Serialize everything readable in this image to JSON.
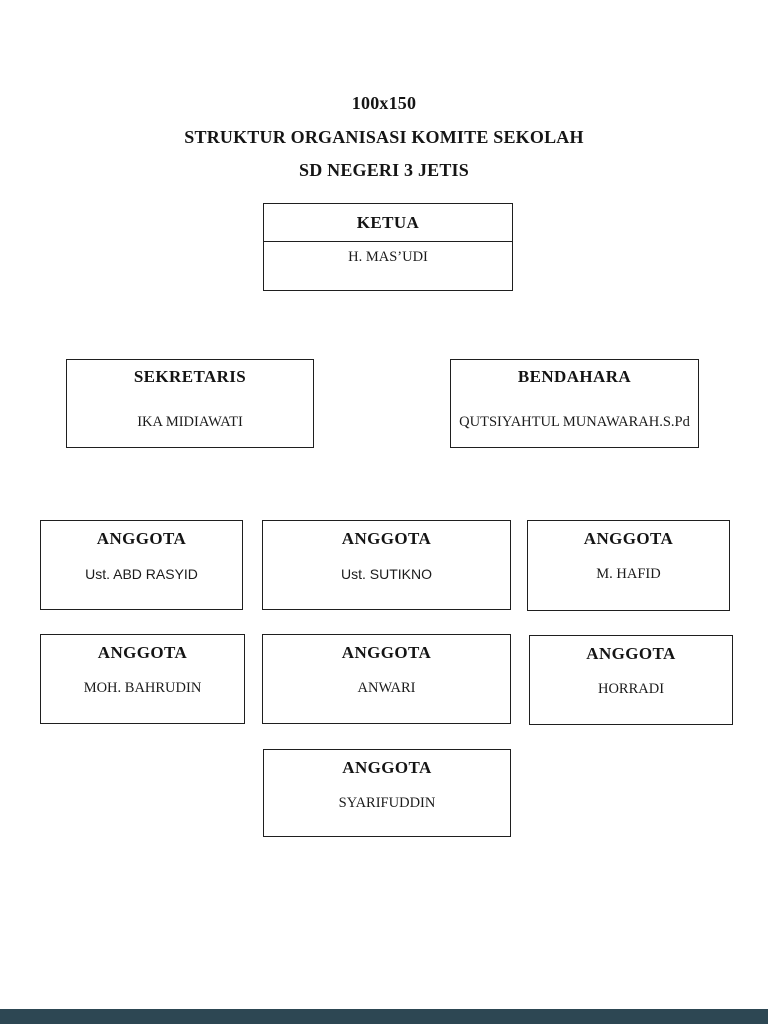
{
  "page": {
    "size_label": "100x150",
    "title": "STRUKTUR ORGANISASI KOMITE SEKOLAH",
    "subtitle": "SD NEGERI 3 JETIS"
  },
  "org_chart": {
    "ketua": {
      "role": "KETUA",
      "name": "H. MAS’UDI"
    },
    "sekretaris": {
      "role": "SEKRETARIS",
      "name": "IKA MIDIAWATI"
    },
    "bendahara": {
      "role": "BENDAHARA",
      "name": "QUTSIYAHTUL MUNAWARAH.S.Pd"
    },
    "anggota": [
      {
        "role": "ANGGOTA",
        "name": "Ust. ABD RASYID"
      },
      {
        "role": "ANGGOTA",
        "name": "Ust. SUTIKNO"
      },
      {
        "role": "ANGGOTA",
        "name": "M. HAFID"
      },
      {
        "role": "ANGGOTA",
        "name": "MOH. BAHRUDIN"
      },
      {
        "role": "ANGGOTA",
        "name": "ANWARI"
      },
      {
        "role": "ANGGOTA",
        "name": "HORRADI"
      },
      {
        "role": "ANGGOTA",
        "name": "SYARIFUDDIN"
      }
    ]
  },
  "colors": {
    "page_background": "#ffffff",
    "box_border": "#1f1f1f",
    "text": "#1b1b1b",
    "footer_bar": "#2d4753"
  }
}
